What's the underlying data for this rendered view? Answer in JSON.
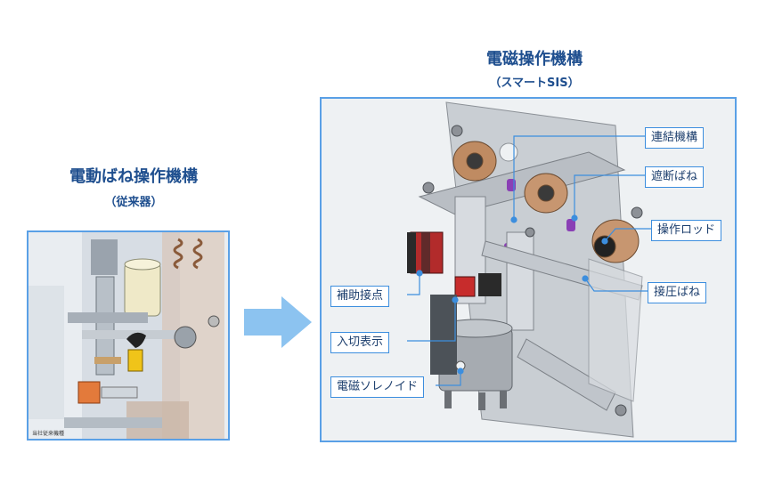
{
  "left": {
    "title": "電動ばね操作機構",
    "subtitle": "（従来器）",
    "credit": "当社従来機種"
  },
  "right": {
    "title": "電磁操作機構",
    "subtitle": "（スマートSIS）",
    "labels": {
      "renketsu": "連結機構",
      "shadan_bane": "遮断ばね",
      "sousa_rod": "操作ロッド",
      "setsuatsu_bane": "接圧ばね",
      "hojo_setten": "補助接点",
      "nyuukiri_hyouji": "入切表示",
      "denji_solenoid": "電磁ソレノイド"
    }
  },
  "colors": {
    "title": "#1f4f8f",
    "panel_border": "#5aa0e6",
    "arrow": "#8cc3f0",
    "callout_border": "#3c8ede"
  }
}
